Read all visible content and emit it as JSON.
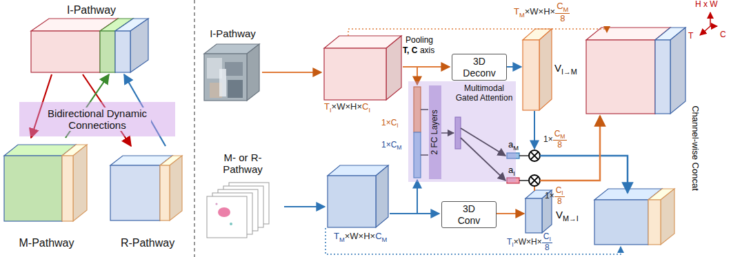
{
  "diagram": {
    "nodes": [
      {
        "text": [
          "I-Pathway"
        ]
      },
      {
        "text": [
          "Bidirectional Dynamic Connections"
        ]
      },
      {
        "text": [
          "M-Pathway"
        ]
      },
      {
        "text": [
          "R-Pathway"
        ]
      },
      {
        "text": [
          "I-Pathway"
        ]
      },
      {
        "text": [
          "M- or R-Pathway"
        ]
      },
      {
        "text": [
          "3D Deconv"
        ]
      },
      {
        "text": [
          "3D Conv"
        ]
      },
      {
        "text": [
          "Multimodal Gated Attention"
        ]
      },
      {
        "text": [
          "2 FC Layers"
        ],
        "in": 8
      }
    ],
    "edges": [
      {
        "from": 0,
        "to": 2,
        "arrow": "to"
      },
      {
        "from": 0,
        "to": 3,
        "arrow": "to"
      },
      {
        "from": 2,
        "to": 0,
        "arrow": "to"
      },
      {
        "from": 3,
        "to": 0,
        "arrow": "to"
      }
    ],
    "labels": [
      "Pooling",
      "T, C",
      "axis",
      "T",
      "I",
      "×W×H×",
      "C",
      "I",
      "T",
      "M",
      "×W×H×",
      "C",
      "M",
      "8",
      "V",
      "I→M",
      "T",
      "M",
      "×W×H×",
      "C",
      "M",
      "V",
      "M→I",
      "T",
      "I",
      "×W×H×",
      "C",
      "I",
      "8",
      "1×",
      "C",
      "I",
      "1×",
      "C",
      "M",
      "a",
      "M",
      "a",
      "I",
      "1×",
      "C",
      "M",
      "8",
      "1×",
      "C",
      "I",
      "8",
      "Channel-wise Concat",
      "H x W",
      "T",
      "C"
    ]
  }
}
